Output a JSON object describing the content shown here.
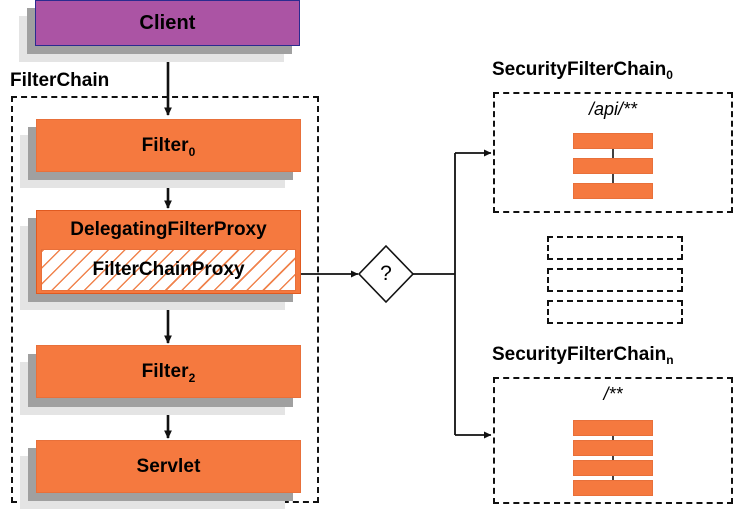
{
  "diagram": {
    "title": "Spring Security FilterChain delegation",
    "colors": {
      "orange": "#f5793f",
      "purple": "#ab54a4",
      "client_border": "#2b2b8f",
      "shadow_near": "#a0a0a0",
      "shadow_far": "#e4e4e4",
      "line": "#111111",
      "white": "#ffffff"
    }
  },
  "client": {
    "label": "Client"
  },
  "filter_chain": {
    "caption": "FilterChain",
    "nodes": [
      {
        "label": "Filter",
        "subscript": "0"
      },
      {
        "label": "DelegatingFilterProxy",
        "inner_label": "FilterChainProxy"
      },
      {
        "label": "Filter",
        "subscript": "2"
      },
      {
        "label": "Servlet",
        "subscript": ""
      }
    ]
  },
  "decision": {
    "label": "?"
  },
  "security_chains": [
    {
      "caption": "SecurityFilterChain",
      "caption_subscript": "0",
      "pattern": "/api/**",
      "filter_count": 3
    },
    {
      "caption": "SecurityFilterChain",
      "caption_subscript": "n",
      "pattern": "/**",
      "filter_count": 4
    }
  ],
  "ellipsis_placeholders": [
    {
      "label": ""
    },
    {
      "label": ""
    },
    {
      "label": ""
    }
  ]
}
